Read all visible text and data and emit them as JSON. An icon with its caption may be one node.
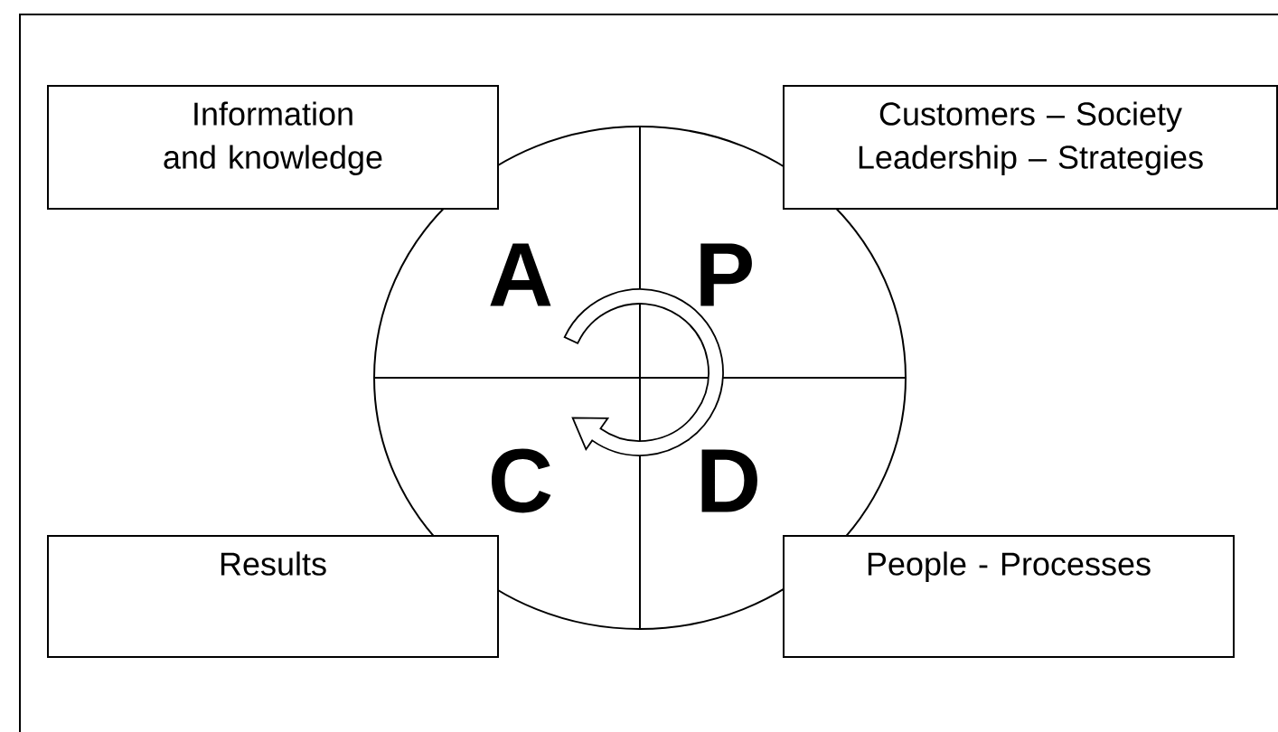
{
  "diagram": {
    "nodes": [
      {
        "text": [
          "Information and knowledge"
        ]
      },
      {
        "text": [
          "Customers – Society Leadership – Strategies"
        ]
      },
      {
        "text": [
          "Results"
        ]
      },
      {
        "text": [
          "People - Processes"
        ]
      }
    ],
    "labels": [
      "A",
      "P",
      "C",
      "D"
    ]
  }
}
